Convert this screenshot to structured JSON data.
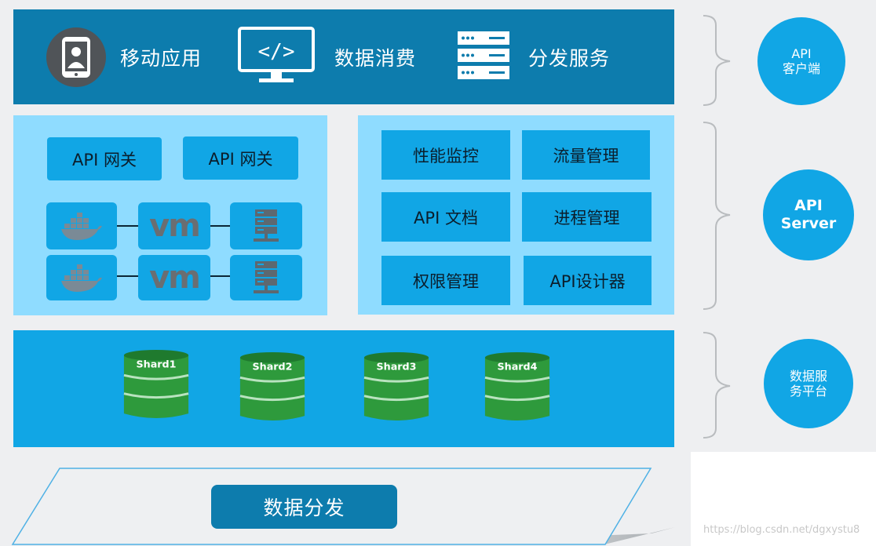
{
  "client_layer": {
    "mobile_label": "移动应用",
    "data_consume_label": "数据消费",
    "distribute_service_label": "分发服务"
  },
  "gateway": {
    "gateway_1": "API 网关",
    "gateway_2": "API 网关",
    "vm_label": "vm"
  },
  "features": {
    "items": [
      "性能监控",
      "流量管理",
      "API 文档",
      "进程管理",
      "权限管理",
      "API设计器"
    ]
  },
  "data_platform": {
    "shards": [
      "Shard1",
      "Shard2",
      "Shard3",
      "Shard4"
    ]
  },
  "distribution": {
    "label": "数据分发"
  },
  "side_labels": {
    "client": [
      "API",
      "客户端"
    ],
    "server": [
      "API",
      "Server"
    ],
    "data_platform": [
      "数据服",
      "务平台"
    ]
  },
  "watermark": "https://blog.csdn.net/dgxystu8",
  "colors": {
    "dark_blue": "#0d7cad",
    "mid_blue": "#11a6e5",
    "light_blue": "#8fdcff",
    "shard_green": "#2e9a3c",
    "background": "#eeeff1"
  }
}
